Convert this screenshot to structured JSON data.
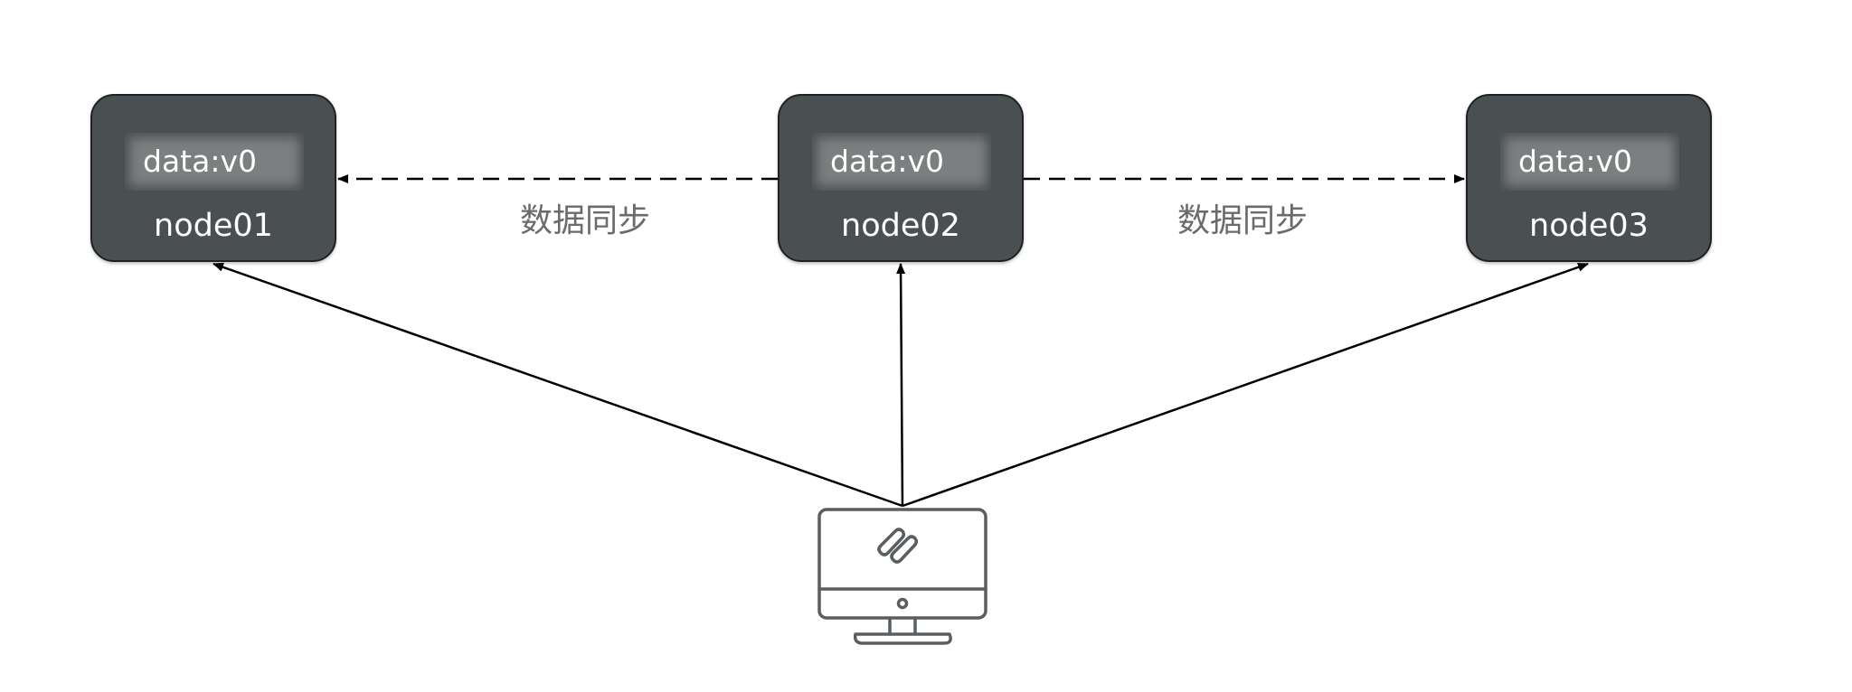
{
  "nodes": [
    {
      "name": "node01",
      "data": "data:v0"
    },
    {
      "name": "node02",
      "data": "data:v0"
    },
    {
      "name": "node03",
      "data": "data:v0"
    }
  ],
  "sync_labels": [
    "数据同步",
    "数据同步"
  ],
  "client": {
    "icon": "desktop-monitor-icon"
  },
  "colors": {
    "node_fill": "#4a4f51",
    "node_border": "#1f2223",
    "data_fill": "#7c7f80",
    "line": "#000000",
    "monitor_stroke": "#5a5e60",
    "sync_text": "#6b6b6b"
  }
}
